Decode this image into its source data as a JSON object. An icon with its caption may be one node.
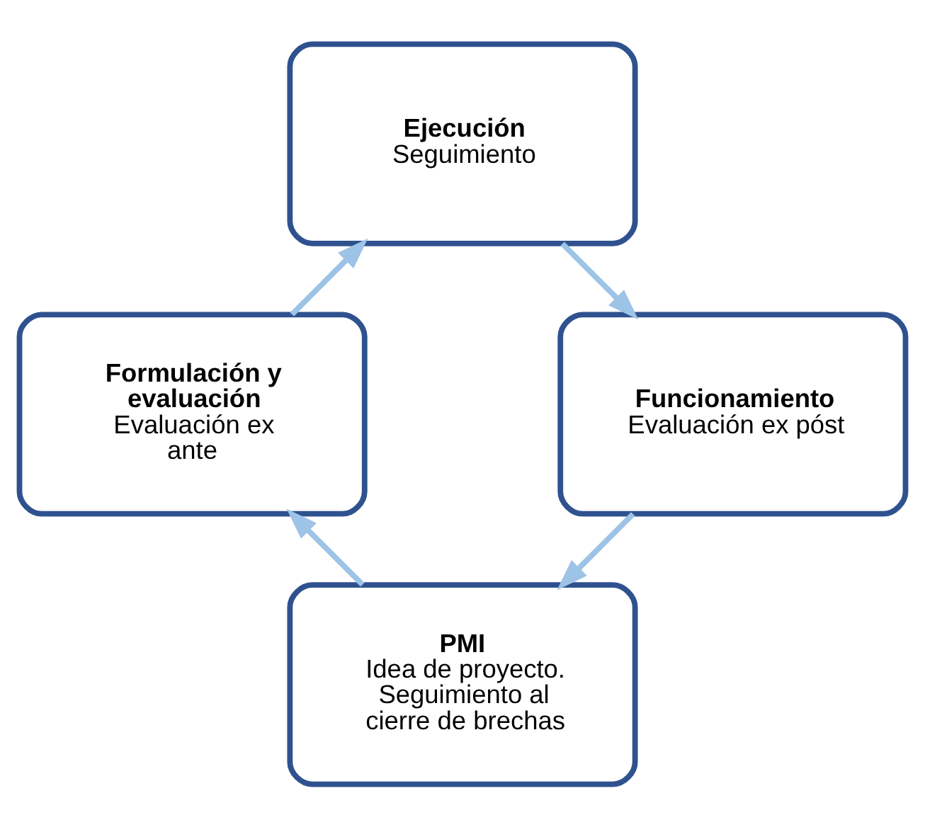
{
  "diagram": {
    "nodes": [
      {
        "text": [
          "PMI",
          "Idea de proyecto. Seguimiento al cierre de brechas"
        ]
      },
      {
        "text": [
          "Funcionamiento",
          "Evaluación ex póst"
        ]
      },
      {
        "text": [
          "Formulación y evaluación",
          "Evaluación ex ante"
        ]
      },
      {
        "text": [
          "Ejecución",
          "Seguimiento"
        ]
      }
    ],
    "edges": [
      {
        "from": 0,
        "to": 2,
        "arrow": "to"
      },
      {
        "from": 2,
        "to": 3,
        "arrow": "to"
      },
      {
        "from": 3,
        "to": 1,
        "arrow": "to"
      },
      {
        "from": 1,
        "to": 0,
        "arrow": "to"
      }
    ]
  }
}
